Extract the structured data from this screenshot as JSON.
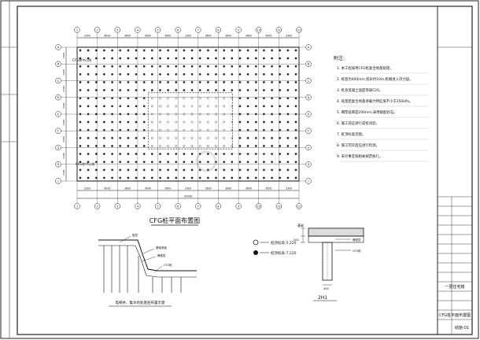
{
  "plan": {
    "title": "CFG桩平面布置图",
    "top_dims": [
      "3300",
      "6000",
      "3600",
      "3600",
      "3600",
      "3300",
      "3600",
      "3600",
      "3600",
      "6000",
      "3300"
    ],
    "bottom_dims": [
      "3300",
      "6000",
      "3600",
      "3600",
      "3600",
      "3300",
      "3600",
      "3600",
      "3600",
      "6000",
      "3300"
    ],
    "total_dim": "39300",
    "axis_top": [
      "1",
      "2",
      "3",
      "4",
      "5",
      "6",
      "7",
      "8",
      "9",
      "10",
      "11",
      "12"
    ],
    "axis_left": [
      "A",
      "B",
      "C",
      "D",
      "E",
      "F",
      "G",
      "H",
      "J"
    ],
    "left_dims": [
      "3300",
      "3300",
      "3300",
      "3300",
      "3300",
      "3300",
      "3300",
      "3300"
    ],
    "left_note": "CFG桩中心线"
  },
  "notes": {
    "heading": "附注:",
    "lines": [
      "1. 本工程采用CFG桩复合地基处理。",
      "2. 桩径为400mm,桩长约10m,桩端进入持力层。",
      "3. 桩身混凝土强度等级C20。",
      "4. 处理后复合地基承载力特征值不小于250kPa。",
      "5. 褥垫层厚度200mm,采用级配砂石。",
      "6. 施工前应进行成桩试验。",
      "7. 桩顶标高见图。",
      "8. 施工完毕后应进行检测。",
      "9. 未尽事宜按相关规范执行。"
    ]
  },
  "legend": [
    {
      "symbol": "hollow-circle",
      "label": "桩顶标高-5.220"
    },
    {
      "symbol": "filled-circle",
      "label": "桩顶标高-7.220"
    }
  ],
  "detail_left": {
    "caption": "电梯井、集水坑处基桩布置示意",
    "labels": [
      "垫层",
      "基础底板",
      "褥垫层",
      "CFG桩"
    ]
  },
  "detail_right": {
    "caption": "2H1",
    "labels": [
      "基础",
      "200",
      "褥垫层",
      "CFG桩",
      "400"
    ]
  },
  "title_block": {
    "drawing_name": "CFG桩平面布置图",
    "project": "一层住宅楼",
    "sheet_no": "结施-01"
  }
}
